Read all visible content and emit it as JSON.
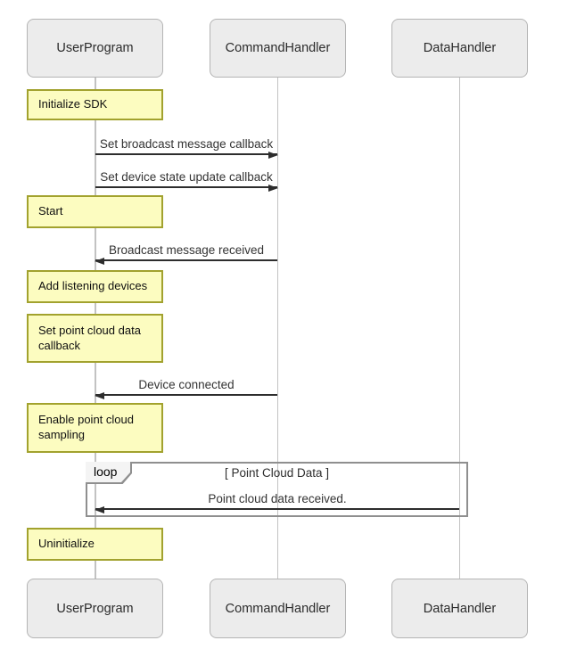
{
  "diagram": {
    "type": "uml-sequence-diagram",
    "participants": [
      "UserProgram",
      "CommandHandler",
      "DataHandler"
    ],
    "notes": [
      {
        "text": "Initialize SDK"
      },
      {
        "text": "Start"
      },
      {
        "text": "Add listening devices"
      },
      {
        "text": "Set point cloud data callback"
      },
      {
        "text": "Enable point cloud sampling"
      },
      {
        "text": "Uninitialize"
      }
    ],
    "messages": [
      {
        "label": "Set broadcast message callback",
        "from": "UserProgram",
        "to": "CommandHandler",
        "direction": "right"
      },
      {
        "label": "Set device state update callback",
        "from": "UserProgram",
        "to": "CommandHandler",
        "direction": "right"
      },
      {
        "label": "Broadcast message received",
        "from": "CommandHandler",
        "to": "UserProgram",
        "direction": "left"
      },
      {
        "label": "Device connected",
        "from": "CommandHandler",
        "to": "UserProgram",
        "direction": "left"
      },
      {
        "label": "Point cloud data received.",
        "from": "DataHandler",
        "to": "UserProgram",
        "direction": "left"
      }
    ],
    "loop": {
      "operator": "loop",
      "condition": "[ Point Cloud Data ]"
    },
    "colors": {
      "background": "#FFFFFF",
      "participant_fill": "#ECECEC",
      "participant_border": "#B4B4B4",
      "note_fill": "#FCFCC0",
      "note_border": "#A2A22E",
      "lifeline": "#C2C2C2",
      "message_line": "#2D2D2D",
      "loop_border": "#8F8F8F",
      "loop_tab_fill": "#F4F4F4"
    }
  }
}
